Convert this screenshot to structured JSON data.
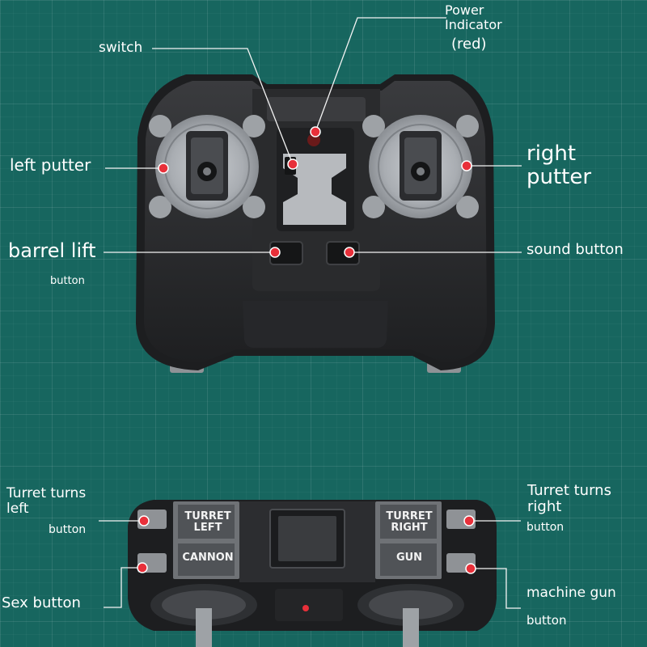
{
  "labels": {
    "switch": "switch",
    "power_indicator": "Power\nIndicator",
    "power_indicator_red": "(red)",
    "left_putter": "left putter",
    "right_putter": "right\nputter",
    "barrel_lift": "barrel lift",
    "barrel_lift_sub": "button",
    "sound_button": "sound button",
    "turret_left_label": "Turret turns\nleft",
    "turret_left_sub": "button",
    "turret_right_label": "Turret turns\nright",
    "turret_right_sub": "button",
    "sex_button": "Sex button",
    "machine_gun": "machine gun",
    "machine_gun_sub": "button"
  },
  "remote_buttons": {
    "turret_left": "TURRET\nLEFT",
    "cannon": "CANNON",
    "turret_right": "TURRET\nRIGHT",
    "gun": "GUN"
  },
  "colors": {
    "background": "#17665f",
    "controller_body": "#2b2c2e",
    "marker": "#e8303a",
    "label_text": "#ffffff"
  }
}
